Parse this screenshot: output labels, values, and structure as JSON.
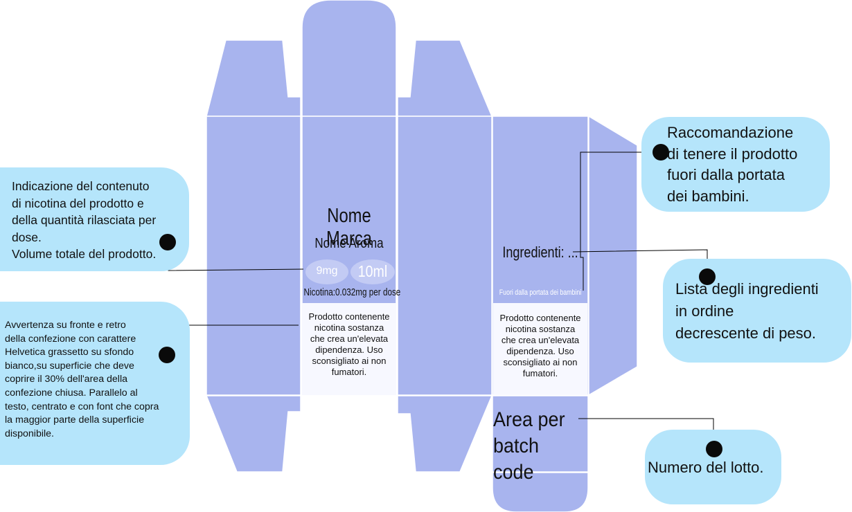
{
  "front_panel": {
    "brand": "Nome Marca",
    "flavor": "Nome Aroma",
    "nicotine_mg": "9mg",
    "volume_ml": "10ml",
    "nicotine_per_dose": "Nicotina:0.032mg per dose",
    "warning": "Prodotto contenente\nnicotina sostanza\nche crea un'elevata\ndipendenza. Uso\nsconsigliato ai non\nfumatori."
  },
  "back_panel": {
    "ingredients": "Ingredienti: ...",
    "keep_away": "Fuori dalla portata dei bambini",
    "warning": "Prodotto contenente\nnicotina sostanza\nche crea un'elevata\ndipendenza. Uso\nsconsigliato ai non\nfumatori."
  },
  "batch_area": {
    "label": "Area per\nbatch code"
  },
  "callouts": {
    "nicotine": "Indicazione del contenuto\ndi nicotina del prodotto e\ndella quantità rilasciata per\ndose.\nVolume totale del prodotto.",
    "warning": "Avvertenza su fronte e retro\ndella confezione con carattere\nHelvetica grassetto su sfondo\nbianco,su superficie che deve\ncoprire il 30% dell'area della\nconfezione  chiusa. Parallelo al\ntesto, centrato e con font che copra\nla maggior parte della superficie\ndisponibile.",
    "children": "Raccomandazione\ndi tenere il prodotto\nfuori dalla portata\ndei bambini.",
    "ingredients": "Lista degli ingredienti\nin ordine\ndecrescente di peso.",
    "batch": "Numero del lotto."
  },
  "colors": {
    "box_fill": "#a8b4ee",
    "box_stroke": "#ffffff",
    "warning_bg": "#f7f8ff",
    "callout_bg": "#b5e5fb",
    "dot": "#0a0a0a"
  }
}
